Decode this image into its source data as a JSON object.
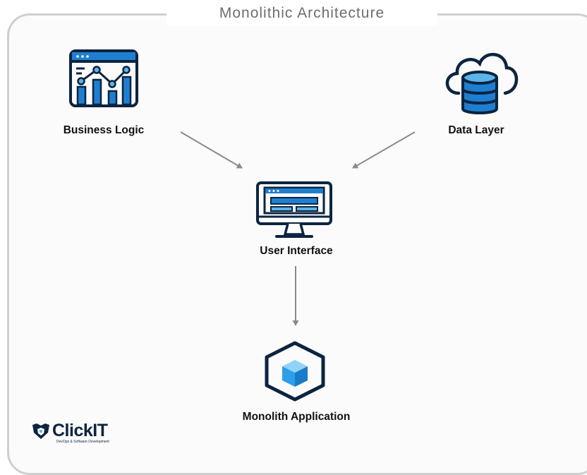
{
  "title": "Monolithic Architecture",
  "nodes": {
    "business_logic": {
      "label": "Business Logic",
      "icon": "analytics-dashboard-icon"
    },
    "data_layer": {
      "label": "Data Layer",
      "icon": "cloud-database-icon"
    },
    "user_interface": {
      "label": "User Interface",
      "icon": "monitor-icon"
    },
    "monolith": {
      "label": "Monolith Application",
      "icon": "cube-icon"
    }
  },
  "edges": [
    {
      "from": "Business Logic",
      "to": "User Interface"
    },
    {
      "from": "Data Layer",
      "to": "User Interface"
    },
    {
      "from": "User Interface",
      "to": "Monolith Application"
    }
  ],
  "logo": {
    "wordmark": "ClickIT",
    "tagline": "DevOps & Software Development"
  },
  "colors": {
    "navy": "#0c2440",
    "blue": "#1e7fd0",
    "light_blue": "#5bb5ea",
    "arrow": "#8a8a8a",
    "frame": "#cfcfcf"
  }
}
